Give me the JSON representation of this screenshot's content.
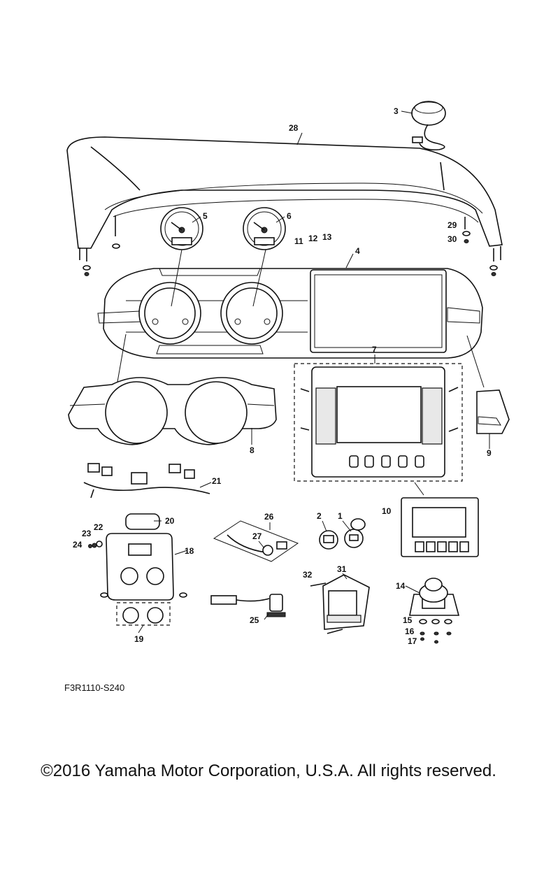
{
  "diagram": {
    "drawing_code": "F3R1110-S240",
    "copyright": "©2016 Yamaha Motor Corporation, U.S.A. All rights reserved.",
    "callouts": [
      "1",
      "2",
      "3",
      "4",
      "5",
      "6",
      "7",
      "8",
      "9",
      "10",
      "11",
      "12",
      "13",
      "14",
      "15",
      "16",
      "17",
      "18",
      "19",
      "20",
      "21",
      "22",
      "23",
      "24",
      "25",
      "26",
      "27",
      "28",
      "29",
      "30",
      "31",
      "32"
    ]
  }
}
